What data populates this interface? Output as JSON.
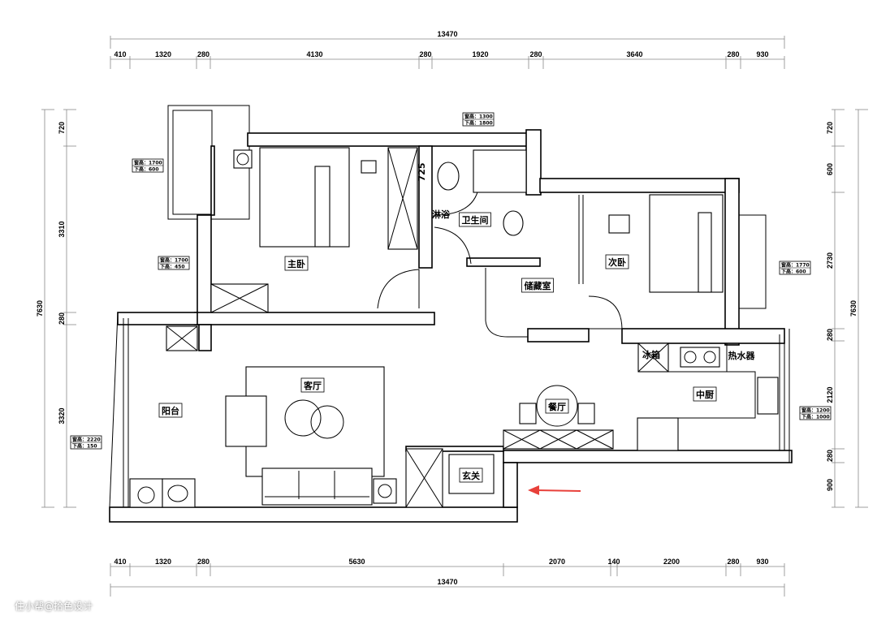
{
  "dimensions": {
    "top_total": "13470",
    "top_segments": [
      "410",
      "1320",
      "280",
      "4130",
      "280",
      "1920",
      "280",
      "3640",
      "280",
      "930"
    ],
    "bottom_total": "13470",
    "bottom_segments": [
      "410",
      "1320",
      "280",
      "5630",
      "2070",
      "140",
      "2200",
      "280",
      "930"
    ],
    "left_total": "7630",
    "left_segments": [
      "720",
      "3310",
      "280",
      "3320"
    ],
    "right_total": "7630",
    "right_segments": [
      "720",
      "600",
      "2730",
      "280",
      "2120",
      "280",
      "900"
    ]
  },
  "rooms": {
    "master_bedroom": "主卧",
    "bathroom": "卫生间",
    "storage": "储藏室",
    "second_bedroom": "次卧",
    "living_room": "客厅",
    "balcony": "阳台",
    "dining_room": "餐厅",
    "kitchen": "中厨",
    "entrance": "玄关",
    "fridge": "冰箱",
    "water_heater": "热水器",
    "shower": "淋浴",
    "bath_height_mark": "725"
  },
  "window_tags": [
    {
      "line1": "窗高：1700",
      "line2": "下高：600"
    },
    {
      "line1": "窗高：1700",
      "line2": "下高：450"
    },
    {
      "line1": "窗高：1300",
      "line2": "下高：1800"
    },
    {
      "line1": "窗高：1770",
      "line2": "下高：600"
    },
    {
      "line1": "窗高：2220",
      "line2": "下高：150"
    },
    {
      "line1": "窗高：1200",
      "line2": "下高：1000"
    }
  ],
  "watermark": "住小帮@拾色设计",
  "colors": {
    "arrow": "#e8403a",
    "wall": "#000000"
  }
}
